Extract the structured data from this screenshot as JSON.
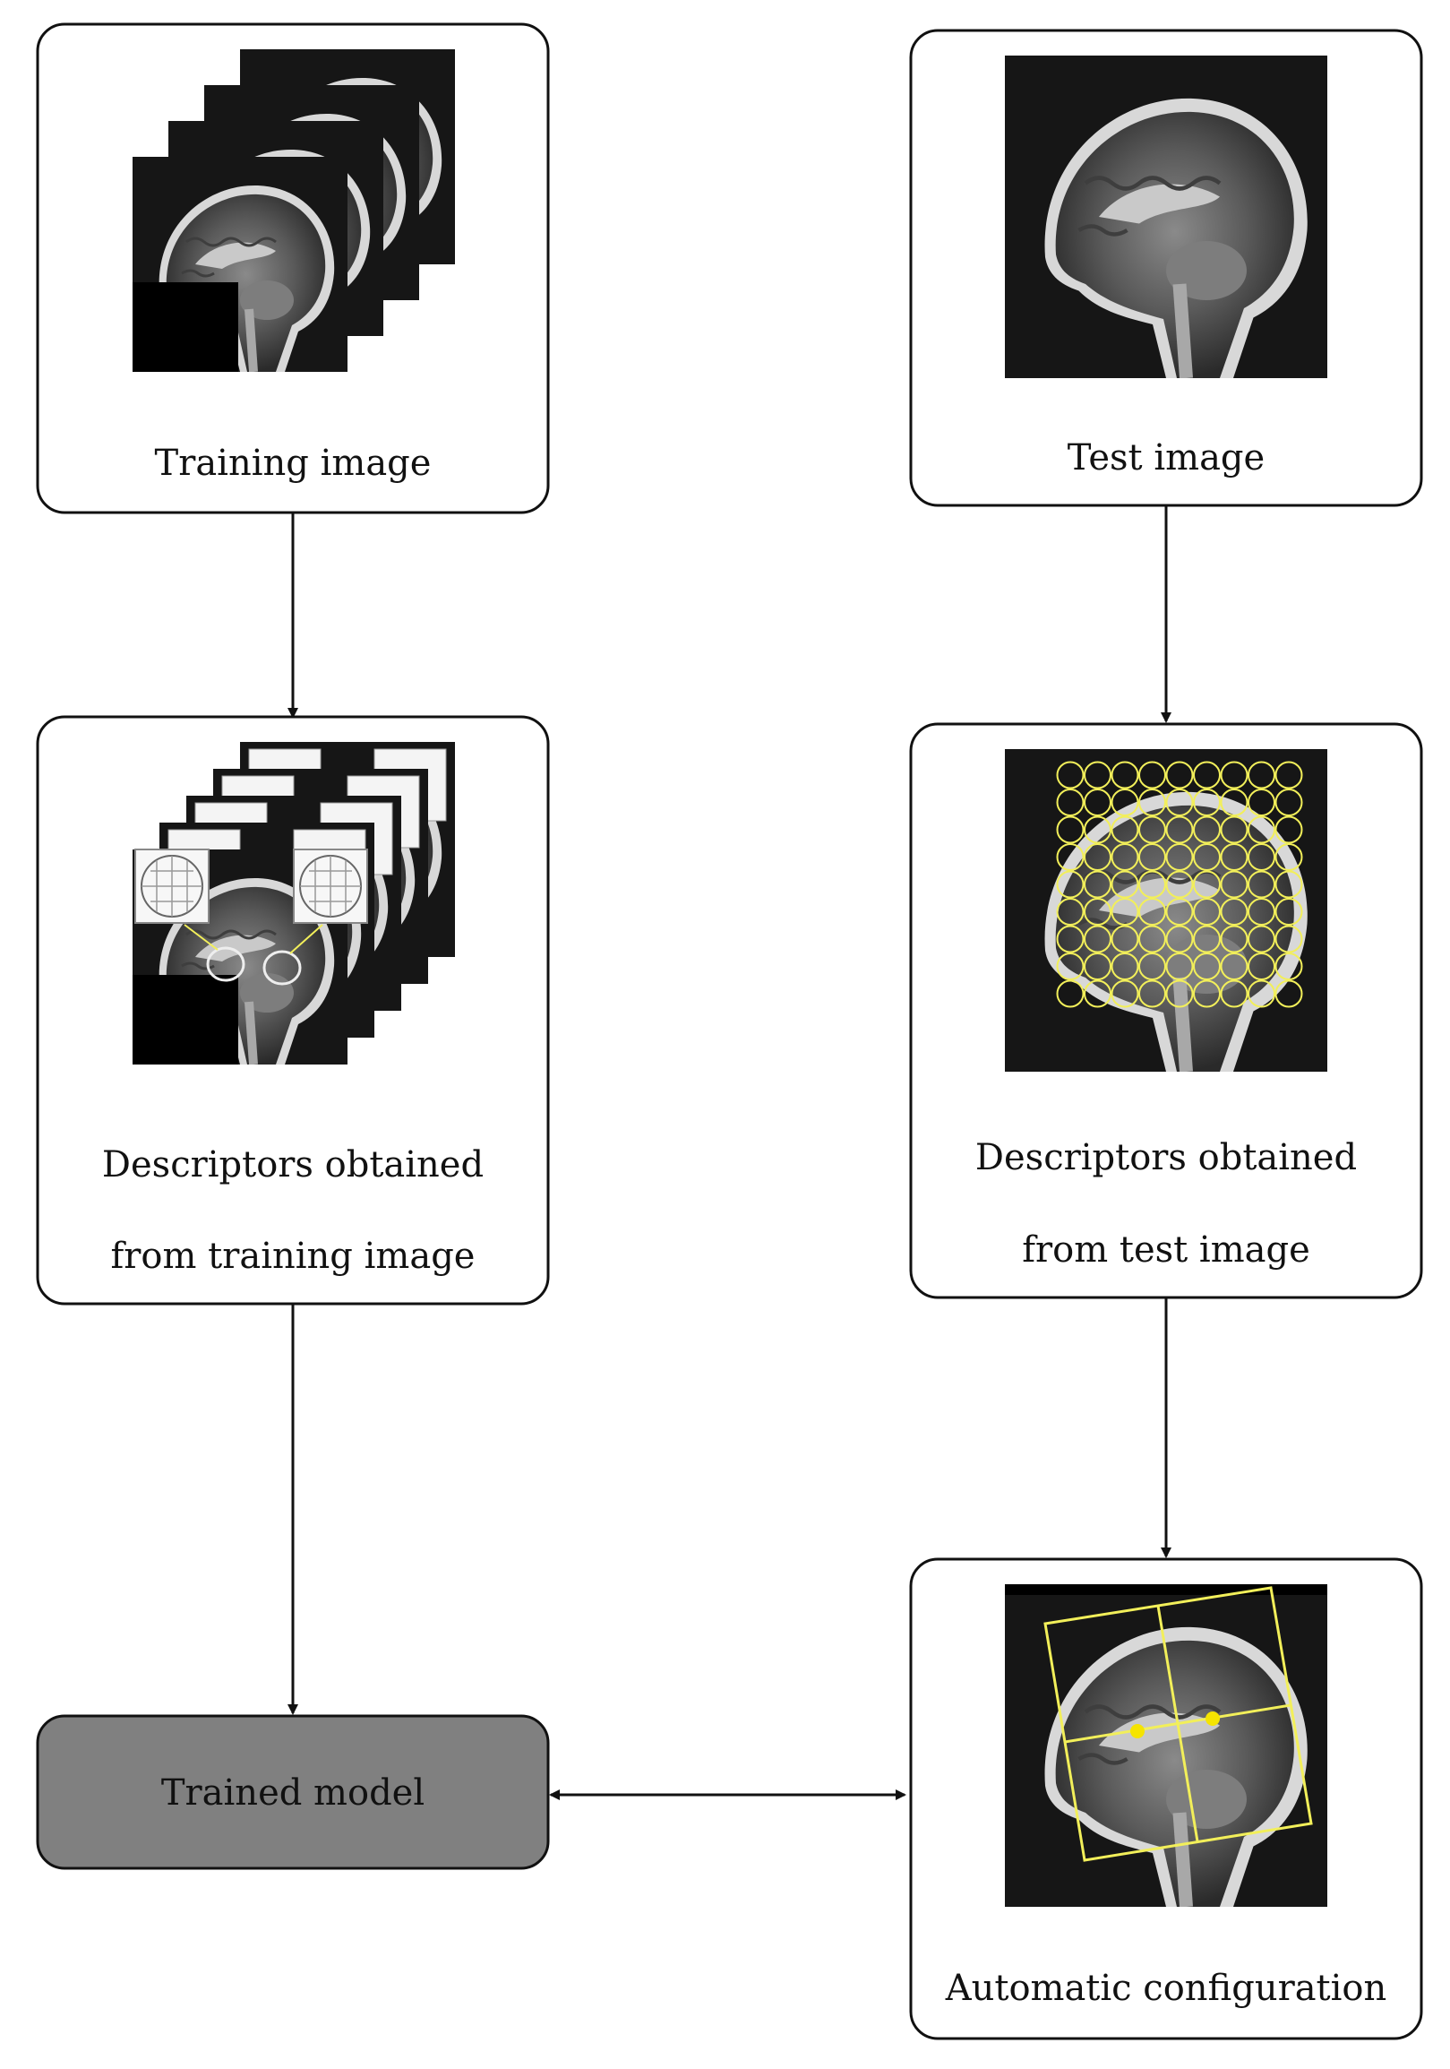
{
  "nodes": {
    "training_image": {
      "label": "Training image"
    },
    "test_image": {
      "label": "Test image"
    },
    "descriptors_training": {
      "label_line1": "Descriptors obtained",
      "label_line2": "from training image"
    },
    "descriptors_test": {
      "label_line1": "Descriptors obtained",
      "label_line2": "from test image"
    },
    "trained_model": {
      "label": "Trained model"
    },
    "automatic_configuration": {
      "label": "Automatic configuration"
    }
  },
  "edges": [
    {
      "from": "training_image",
      "to": "descriptors_training",
      "direction": "forward"
    },
    {
      "from": "descriptors_training",
      "to": "trained_model",
      "direction": "forward"
    },
    {
      "from": "test_image",
      "to": "descriptors_test",
      "direction": "forward"
    },
    {
      "from": "descriptors_test",
      "to": "automatic_configuration",
      "direction": "forward"
    },
    {
      "from": "trained_model",
      "to": "automatic_configuration",
      "direction": "bidirectional"
    }
  ],
  "colors": {
    "box_border": "#111111",
    "box_fill": "#ffffff",
    "trained_model_fill": "#808080",
    "annotation": "#f2ef5a",
    "mri_background": "#161616"
  }
}
